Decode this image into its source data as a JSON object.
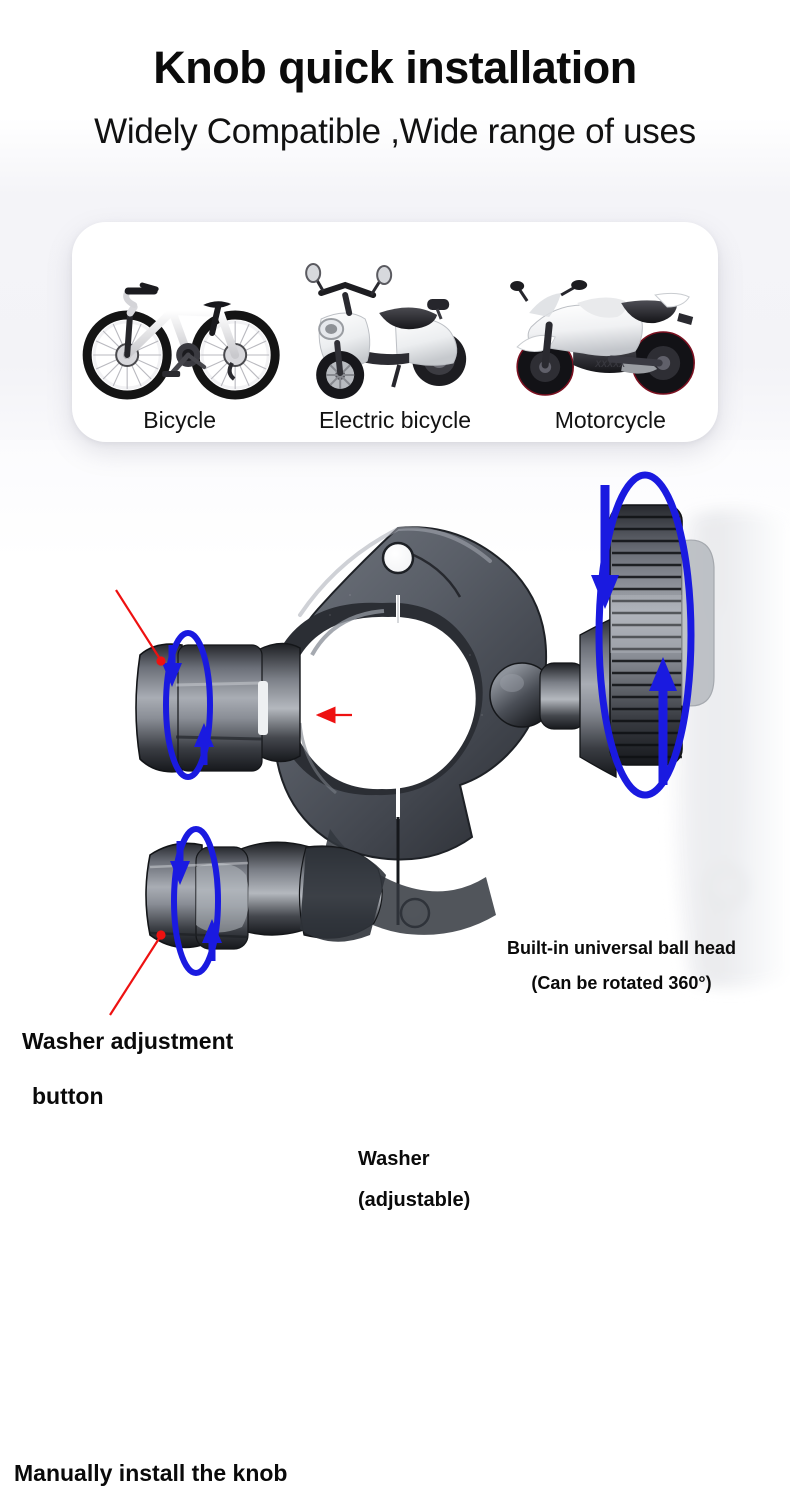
{
  "header": {
    "title": "Knob quick installation",
    "subtitle": "Widely Compatible ,Wide  range of uses"
  },
  "compatibility_card": {
    "items": [
      {
        "label": "Bicycle",
        "icon": "bicycle-photo"
      },
      {
        "label": "Electric bicycle",
        "icon": "scooter-photo"
      },
      {
        "label": "Motorcycle",
        "icon": "motorcycle-photo"
      }
    ]
  },
  "diagram": {
    "annotations": {
      "ball_head": {
        "line1": "Built-in universal ball head",
        "line2": "(Can be rotated 360°)"
      },
      "washer_adjustment": {
        "line1": "Washer adjustment",
        "line2": "button"
      },
      "washer": {
        "line1": "Washer",
        "line2": "(adjustable)"
      },
      "manual_knob": {
        "line1": "Manually install the knob"
      }
    },
    "parts": [
      "handlebar-clamp",
      "knurled-ball-head-knob",
      "washer-adjustment-knob",
      "manual-install-knob",
      "phone-holder-back"
    ]
  },
  "colors": {
    "title_text": "#0b0b0b",
    "body_text": "#111111",
    "arrow_blue": "#1a1ae0",
    "leader_red": "#ee1111",
    "card_background": "#ffffff",
    "page_background": "#ffffff",
    "band_background": "#f3f3f7",
    "product_dark": "#3d4149"
  }
}
